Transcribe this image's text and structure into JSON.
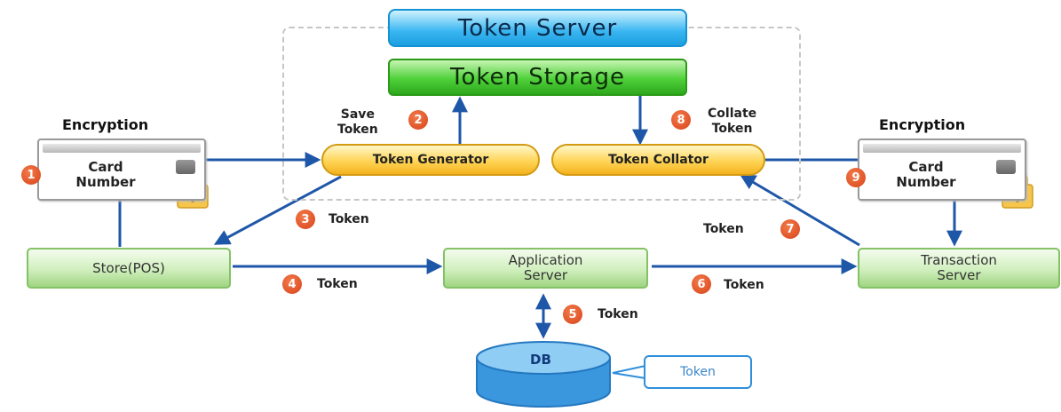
{
  "diagram": {
    "server": {
      "title": "Token Server"
    },
    "storage": {
      "title": "Token Storage"
    },
    "generator": {
      "label": "Token Generator"
    },
    "collator": {
      "label": "Token Collator"
    },
    "store": {
      "label": "Store(POS)"
    },
    "app_server": {
      "line1": "Application",
      "line2": "Server"
    },
    "transaction_server": {
      "line1": "Transaction",
      "line2": "Server"
    },
    "db": {
      "label": "DB",
      "bubble": "Token"
    },
    "left_card": {
      "heading": "Encryption",
      "line1": "Card",
      "line2": "Number"
    },
    "right_card": {
      "heading": "Encryption",
      "line1": "Card",
      "line2": "Number"
    },
    "steps": {
      "s1": {
        "num": "1"
      },
      "s2": {
        "num": "2",
        "line1": "Save",
        "line2": "Token"
      },
      "s3": {
        "num": "3",
        "label": "Token"
      },
      "s4": {
        "num": "4",
        "label": "Token"
      },
      "s5": {
        "num": "5",
        "label": "Token"
      },
      "s6": {
        "num": "6",
        "label": "Token"
      },
      "s7": {
        "num": "7",
        "label": "Token"
      },
      "s8": {
        "num": "8",
        "line1": "Collate",
        "line2": "Token"
      },
      "s9": {
        "num": "9"
      }
    },
    "colors": {
      "arrow": "#1f57a8",
      "badge": "#d8431a",
      "server_box": "#39b6f1",
      "storage_box": "#4fd13a",
      "pill": "#ffd556",
      "green_box": "#d0efbd",
      "db": "#2f8fdc"
    },
    "icons": [
      "lock-icon",
      "card-chip-icon"
    ]
  }
}
